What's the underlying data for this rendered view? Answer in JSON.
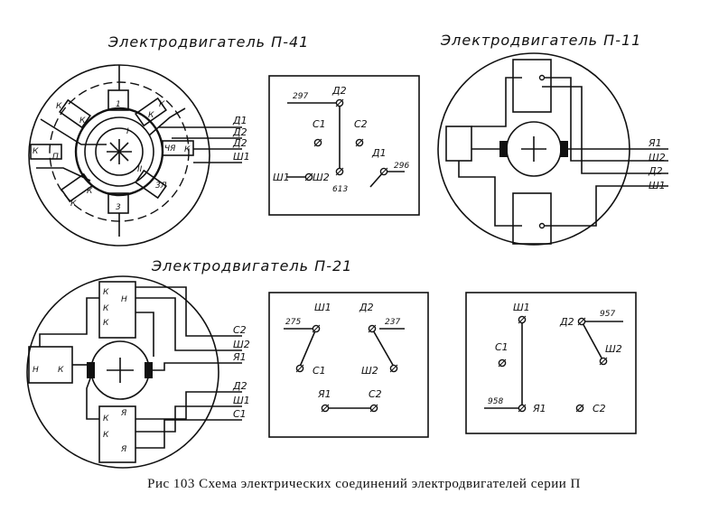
{
  "diagrams": {
    "p41": {
      "title": "Электродвигатель П-41",
      "terminals": [
        "Д1",
        "Д2",
        "Д2",
        "Ш1"
      ],
      "brush_labels": [
        "К",
        "К",
        "К",
        "К",
        "К",
        "К",
        "К",
        "К"
      ],
      "pole_labels": [
        "I",
        "II",
        "3",
        "1",
        "П",
        "ЧЯ",
        "3Л"
      ],
      "panel": {
        "labels": {
          "d2": "Д2",
          "c1": "С1",
          "c2": "С2",
          "d1": "Д1",
          "sh1": "Ш1",
          "sh2": "Ш2"
        },
        "wires": {
          "w297": "297",
          "w296": "296",
          "w613": "613"
        }
      }
    },
    "p11": {
      "title": "Электродвигатель П-11",
      "terminals": [
        "Я1",
        "Ш2",
        "Д2",
        "Ш1"
      ]
    },
    "p21": {
      "title": "Электродвигатель П-21",
      "terminals": [
        "С2",
        "Ш2",
        "Я1",
        "Д2",
        "Ш1",
        "С1"
      ],
      "brush_labels": [
        "К",
        "К",
        "К",
        "К",
        "К",
        "К"
      ],
      "pole_labels": [
        "Н",
        "Н",
        "Я",
        "Я"
      ],
      "panel": {
        "labels": {
          "sh1": "Ш1",
          "d2": "Д2",
          "c1": "С1",
          "sh2": "Ш2",
          "ya1": "Я1",
          "c2": "С2"
        },
        "wires": {
          "w275": "275",
          "w237": "237"
        }
      }
    },
    "p11_panel": {
      "labels": {
        "sh1": "Ш1",
        "d2": "Д2",
        "c1": "С1",
        "sh2": "Ш2",
        "ya1": "Я1",
        "c2": "С2"
      },
      "wires": {
        "w957": "957",
        "w958": "958"
      }
    }
  },
  "caption": "Рис 103  Схема электрических соединений электродвигателей серии П"
}
